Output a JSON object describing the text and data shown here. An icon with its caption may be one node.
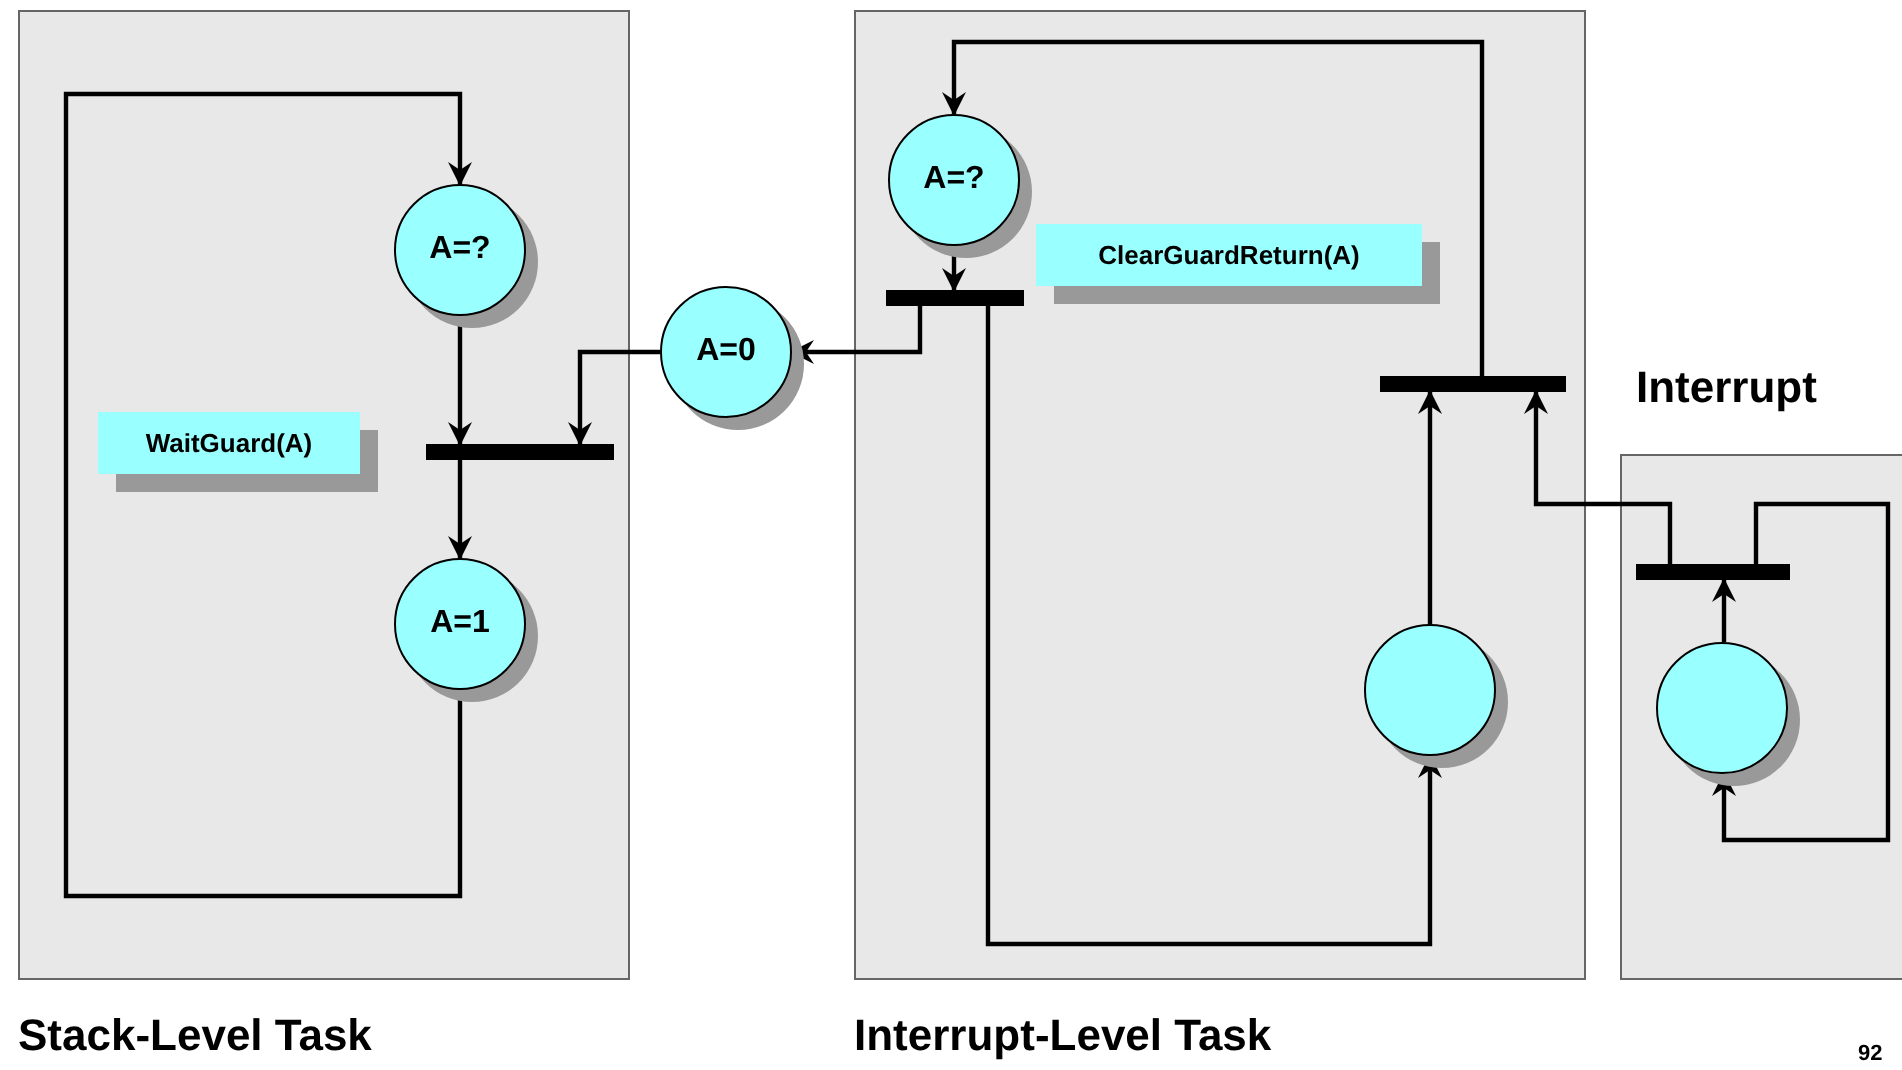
{
  "diagram": {
    "nodes": [
      {
        "text": [
          "Stack-Level Task"
        ]
      },
      {
        "text": [
          "A=?"
        ],
        "in": 0
      },
      {
        "text": [
          "WaitGuard(A)"
        ],
        "in": 0
      },
      {
        "text": [],
        "shape": "bar",
        "in": 0
      },
      {
        "text": [
          "A=1"
        ],
        "in": 0
      },
      {
        "text": [
          "A=0"
        ]
      },
      {
        "text": [
          "Interrupt-Level Task"
        ]
      },
      {
        "text": [
          "A=?"
        ],
        "in": 6
      },
      {
        "text": [
          "ClearGuardReturn(A)"
        ],
        "in": 6
      },
      {
        "text": [],
        "shape": "bar",
        "in": 6
      },
      {
        "text": [],
        "shape": "bar",
        "in": 6
      },
      {
        "text": [],
        "shape": "circle",
        "in": 6
      },
      {
        "text": [
          "Interrupt"
        ]
      },
      {
        "text": [],
        "shape": "bar",
        "in": 12
      },
      {
        "text": [],
        "shape": "circle",
        "in": 12
      }
    ],
    "edges": [
      {
        "from": 4,
        "to": 1,
        "arrow": "to"
      },
      {
        "from": 1,
        "to": 3,
        "arrow": "to"
      },
      {
        "from": 5,
        "to": 3,
        "arrow": "to"
      },
      {
        "from": 3,
        "to": 4,
        "arrow": "to"
      },
      {
        "from": 7,
        "to": 9,
        "arrow": "to"
      },
      {
        "from": 9,
        "to": 5,
        "arrow": "to"
      },
      {
        "from": 9,
        "to": 11,
        "arrow": "to"
      },
      {
        "from": 11,
        "to": 10,
        "arrow": "to"
      },
      {
        "from": 10,
        "to": 7,
        "arrow": "to"
      },
      {
        "from": 13,
        "to": 10,
        "arrow": "to"
      },
      {
        "from": 14,
        "to": 13,
        "arrow": "to"
      },
      {
        "from": 13,
        "to": 14,
        "arrow": "to"
      }
    ],
    "labels": [
      "92"
    ]
  }
}
